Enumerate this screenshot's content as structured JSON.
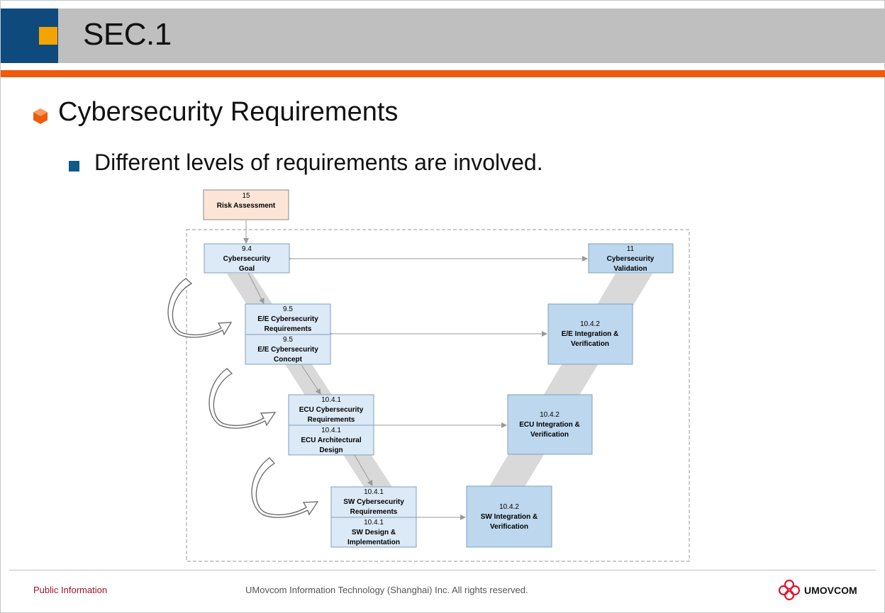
{
  "header": {
    "title": "SEC.1"
  },
  "content": {
    "bullet1": "Cybersecurity Requirements",
    "bullet2": "Different levels of requirements are involved."
  },
  "diagram": {
    "risk": {
      "id": "15",
      "label": "Risk Assessment"
    },
    "goal": {
      "id": "9.4",
      "label1": "Cybersecurity",
      "label2": "Goal"
    },
    "validation": {
      "id": "11",
      "label1": "Cybersecurity",
      "label2": "Validation"
    },
    "ee_req": {
      "id": "9.5",
      "label1": "E/E Cybersecurity",
      "label2": "Requirements"
    },
    "ee_concept": {
      "id": "9.5",
      "label1": "E/E Cybersecurity",
      "label2": "Concept"
    },
    "ee_int": {
      "id": "10.4.2",
      "label1": "E/E Integration &",
      "label2": "Verification"
    },
    "ecu_req": {
      "id": "10.4.1",
      "label1": "ECU Cybersecurity",
      "label2": "Requirements"
    },
    "ecu_arch": {
      "id": "10.4.1",
      "label1": "ECU Architectural",
      "label2": "Design"
    },
    "ecu_int": {
      "id": "10.4.2",
      "label1": "ECU Integration &",
      "label2": "Verification"
    },
    "sw_req": {
      "id": "10.4.1",
      "label1": "SW Cybersecurity",
      "label2": "Requirements"
    },
    "sw_design": {
      "id": "10.4.1",
      "label1": "SW Design &",
      "label2": "Implementation"
    },
    "sw_int": {
      "id": "10.4.2",
      "label1": "SW Integration &",
      "label2": "Verification"
    }
  },
  "footer": {
    "classification": "Public Information",
    "copyright": "UMovcom Information Technology (Shanghai) Inc. All rights reserved.",
    "brand": "UMOVCOM"
  },
  "colors": {
    "header_blue": "#0e4a7c",
    "accent_orange": "#ee5b0c",
    "header_square": "#f5a300",
    "box_light": "#dce9f6",
    "box_dark": "#bdd7ee",
    "risk_box": "#fce4d6"
  }
}
